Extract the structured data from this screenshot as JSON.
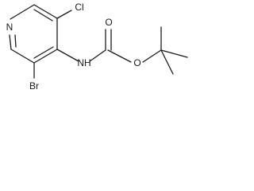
{
  "molecule": {
    "atoms": {
      "pyridine_n": "N",
      "chlorine": "Cl",
      "bromine": "Br",
      "amine": "NH",
      "carbonyl_o": "O",
      "ester_o": "O"
    }
  }
}
